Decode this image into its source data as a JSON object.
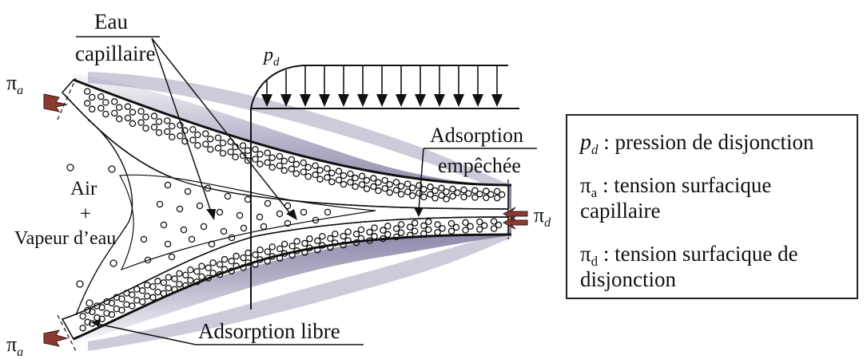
{
  "labels": {
    "eau_line1": "Eau",
    "eau_line2": "capillaire",
    "pd_symbol": "p",
    "pd_sub": "d",
    "pi_symbol": "π",
    "pi_sub_a": "a",
    "pi_sub_d": "d",
    "air": "Air",
    "plus": "+",
    "vapeur": "Vapeur d’eau",
    "adsorption_empechee_line1": "Adsorption",
    "adsorption_empechee_line2": "empêchée",
    "adsorption_libre": "Adsorption libre"
  },
  "legend": {
    "pd_symbol": "p",
    "pd_sub": "d",
    "pd_text": " : pression de disjonction",
    "pia_symbol": "π",
    "pia_sub": "a",
    "pia_text": " : tension surfacique",
    "pia_text2": "capillaire",
    "pid_symbol": "π",
    "pid_sub": "d",
    "pid_text": " : tension surfacique de",
    "pid_text2": "disjonction"
  },
  "colors": {
    "solid_shading": "#8a86a8",
    "arrow_red": "#8b3a32",
    "outline": "#111111"
  }
}
